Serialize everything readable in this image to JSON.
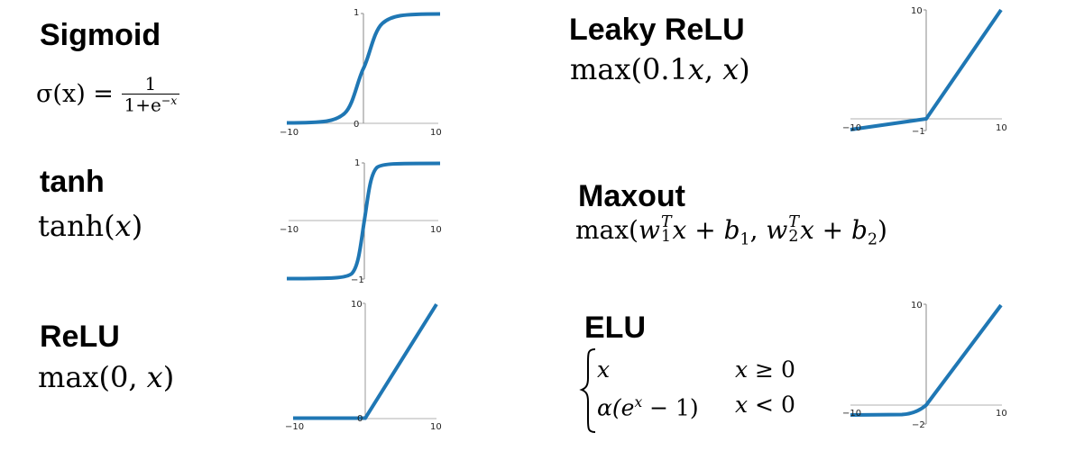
{
  "panels": {
    "sigmoid": {
      "title": "Sigmoid",
      "formula": {
        "lhs": "σ(x) =",
        "num": "1",
        "den_base": "1+e",
        "den_exp": "−x"
      },
      "axis": {
        "x_min_label": "−10",
        "x_max_label": "10",
        "y_max_label": "1",
        "y_min_label": "0"
      }
    },
    "tanh": {
      "title": "tanh",
      "formula": {
        "fn": "tanh",
        "arg": "x"
      },
      "axis": {
        "x_min_label": "−10",
        "x_max_label": "10",
        "y_max_label": "1",
        "y_min_label": "−1"
      }
    },
    "relu": {
      "title": "ReLU",
      "formula": {
        "fn": "max",
        "open": "(0, ",
        "arg": "x",
        "close": ")"
      },
      "axis": {
        "x_min_label": "−10",
        "x_max_label": "10",
        "y_max_label": "10",
        "y_min_label": "0"
      }
    },
    "leaky_relu": {
      "title": "Leaky ReLU",
      "formula": {
        "fn": "max",
        "open": "(0.1",
        "arg1": "x",
        "sep": ", ",
        "arg2": "x",
        "close": ")"
      },
      "axis": {
        "x_min_label": "−10",
        "x_max_label": "10",
        "y_max_label": "10",
        "y_min_label": "−1"
      }
    },
    "maxout": {
      "title": "Maxout",
      "formula": {
        "fn": "max",
        "w": "w",
        "sup": "T",
        "sub1": "1",
        "sub2": "2",
        "x": "x",
        "plus": " + ",
        "b": "b",
        "sep": ", "
      }
    },
    "elu": {
      "title": "ELU",
      "formula": {
        "case1_value": "x",
        "case1_cond_var": "x",
        "case1_cond": " ≥ 0",
        "case2_value_a": "α(e",
        "case2_exp": "x",
        "case2_value_b": " − 1)",
        "case2_cond_var": "x",
        "case2_cond": " < 0"
      },
      "axis": {
        "x_min_label": "−10",
        "x_max_label": "10",
        "y_max_label": "10",
        "y_min_label": "−2"
      }
    }
  },
  "colors": {
    "curve": "#1f77b4",
    "axis": "#b0b0b0",
    "text": "#000000"
  },
  "chart_data": [
    {
      "type": "line",
      "title": "Sigmoid",
      "x": [
        -10,
        -5,
        -2,
        0,
        2,
        5,
        10
      ],
      "values": [
        0.0,
        0.007,
        0.12,
        0.5,
        0.88,
        0.993,
        1.0
      ],
      "xlim": [
        -10,
        10
      ],
      "ylim": [
        0,
        1
      ]
    },
    {
      "type": "line",
      "title": "tanh",
      "x": [
        -10,
        -3,
        -1,
        0,
        1,
        3,
        10
      ],
      "values": [
        -1.0,
        -0.995,
        -0.76,
        0,
        0.76,
        0.995,
        1.0
      ],
      "xlim": [
        -10,
        10
      ],
      "ylim": [
        -1,
        1
      ]
    },
    {
      "type": "line",
      "title": "ReLU",
      "x": [
        -10,
        0,
        10
      ],
      "values": [
        0,
        0,
        10
      ],
      "xlim": [
        -10,
        10
      ],
      "ylim": [
        0,
        10
      ]
    },
    {
      "type": "line",
      "title": "Leaky ReLU",
      "x": [
        -10,
        0,
        10
      ],
      "values": [
        -1,
        0,
        10
      ],
      "xlim": [
        -10,
        10
      ],
      "ylim": [
        -1,
        10
      ]
    },
    {
      "type": "line",
      "title": "ELU",
      "x": [
        -10,
        -3,
        -1,
        0,
        10
      ],
      "values": [
        -1.0,
        -0.95,
        -0.63,
        0,
        10
      ],
      "xlim": [
        -10,
        10
      ],
      "ylim": [
        -2,
        10
      ]
    }
  ]
}
